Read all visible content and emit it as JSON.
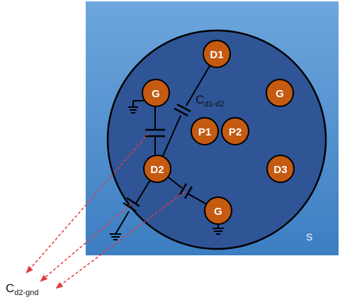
{
  "colors": {
    "substrate_top": "#6ea6dd",
    "substrate_bottom": "#3c7ec2",
    "die": "#2f5597",
    "electrode": "#c55a11",
    "arrow": "#e33b3b"
  },
  "substrate_label": "S",
  "nodes": {
    "d1": "D1",
    "d2": "D2",
    "d3": "D3",
    "g_left": "G",
    "g_right": "G",
    "g_bottom": "G",
    "p1": "P1",
    "p2": "P2"
  },
  "capacitor_labels": {
    "cd1d2_main": "C",
    "cd1d2_sub": "d1-d2",
    "cd2gnd_main": "C",
    "cd2gnd_sub": "d2-gnd"
  },
  "icons": [
    "ground-icon",
    "capacitor-icon",
    "arrow-icon"
  ]
}
